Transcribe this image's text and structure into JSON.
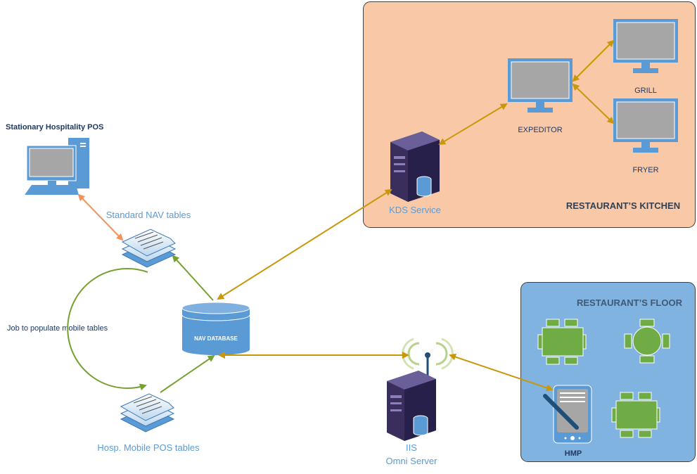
{
  "stationary_pos": {
    "title": "Stationary Hospitality POS",
    "icon": "desktop-computer-icon"
  },
  "standard_tables": {
    "label": "Standard NAV tables",
    "icon": "document-stack-icon"
  },
  "mobile_tables": {
    "label": "Hosp. Mobile POS tables",
    "icon": "document-stack-icon"
  },
  "job": {
    "label": "Job to populate mobile tables"
  },
  "database": {
    "label": "NAV DATABASE",
    "icon": "database-icon"
  },
  "kitchen": {
    "title": "RESTAURANT’S KITCHEN",
    "kds_label": "KDS Service",
    "expeditor_label": "EXPEDITOR",
    "grill_label": "GRILL",
    "fryer_label": "FRYER"
  },
  "omni": {
    "line1": "IIS",
    "line2": "Omni Server",
    "icon": "wireless-server-icon"
  },
  "floor": {
    "title": "RESTAURANT’S FLOOR",
    "hmp_label": "HMP",
    "icon": "tablet-pen-icon"
  },
  "colors": {
    "kitchen_bg": "#f9c9a7",
    "floor_bg": "#80b3e0",
    "gold_arrow": "#c8980a",
    "green_arrow": "#76a032",
    "orange_arrow": "#f4915a",
    "table_green": "#6fac46",
    "icon_blue": "#5b9bd5"
  }
}
